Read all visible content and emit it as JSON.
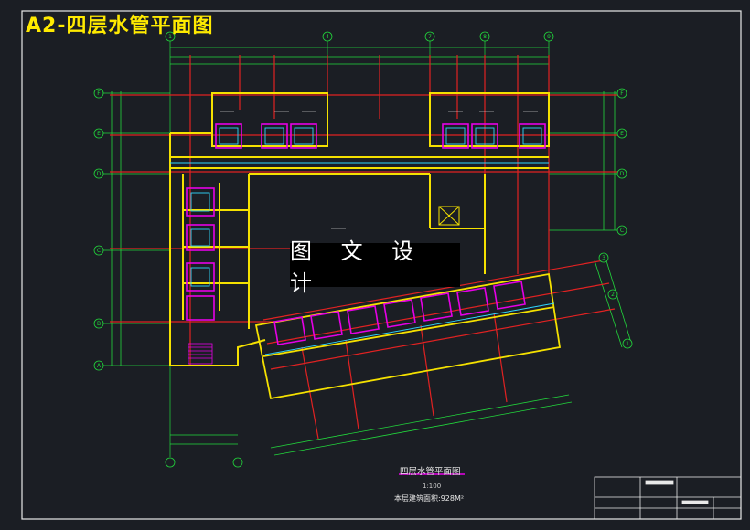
{
  "header": {
    "tag": "A2-四层水管平面图"
  },
  "watermark": {
    "text": "图 文 设 计"
  },
  "drawing": {
    "title": "四层水管平面图",
    "scale": "1:100",
    "area_note": "本层建筑面积:928M²"
  },
  "axes": {
    "top": [
      "1",
      "4",
      "7",
      "8",
      "9"
    ],
    "left": [
      "F",
      "E",
      "D",
      "C",
      "B",
      "A"
    ],
    "right": [
      "F",
      "E",
      "D",
      "C"
    ],
    "diagonal": [
      "3",
      "2",
      "1"
    ]
  },
  "colors": {
    "background": "#1b1e24",
    "wall_yellow": "#f5e100",
    "pipe_red": "#e12222",
    "magenta": "#e600e6",
    "cyan": "#2fd7ff",
    "dimension_green": "#22d83c",
    "white": "#e8e8e8"
  }
}
